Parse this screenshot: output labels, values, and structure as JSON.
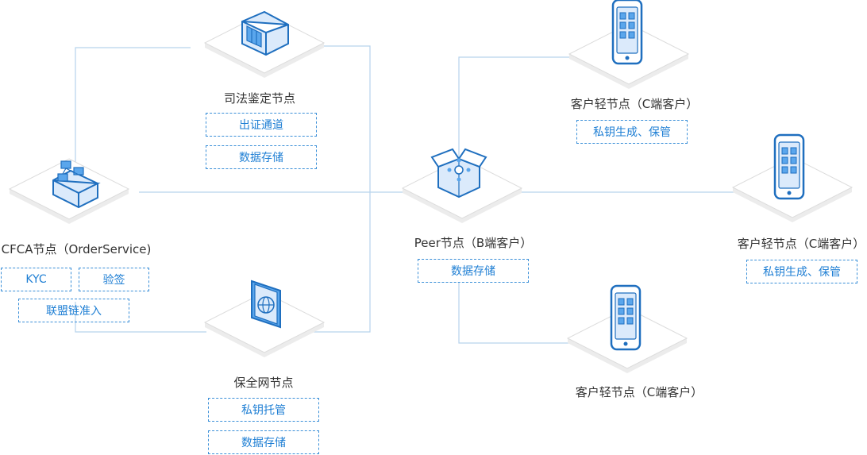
{
  "nodes": {
    "judicial": {
      "title": "司法鉴定节点",
      "tags": [
        "出证通道",
        "数据存储"
      ]
    },
    "cfca": {
      "title": "CFCA节点（OrderService)",
      "tags": [
        "KYC",
        "验签",
        "联盟链准入"
      ]
    },
    "insurance": {
      "title": "保全网节点",
      "tags": [
        "私钥托管",
        "数据存储"
      ]
    },
    "peer": {
      "title": "Peer节点（B端客户）",
      "tags": [
        "数据存储"
      ]
    },
    "client_top": {
      "title": "客户轻节点（C端客户）",
      "tags": [
        "私钥生成、保管"
      ]
    },
    "client_right": {
      "title": "客户轻节点（C端客户）",
      "tags": [
        "私钥生成、保管"
      ]
    },
    "client_bottom": {
      "title": "客户轻节点（C端客户）",
      "tags": []
    }
  },
  "colors": {
    "line": "#b6d3ec",
    "accent": "#1f7fd4",
    "platform_edge": "#e3e3e3",
    "text": "#333333"
  },
  "icons": {
    "judicial": "court-building-icon",
    "cfca": "network-building-icon",
    "insurance": "certificate-globe-icon",
    "peer": "open-box-icon",
    "client": "mobile-phone-icon"
  }
}
